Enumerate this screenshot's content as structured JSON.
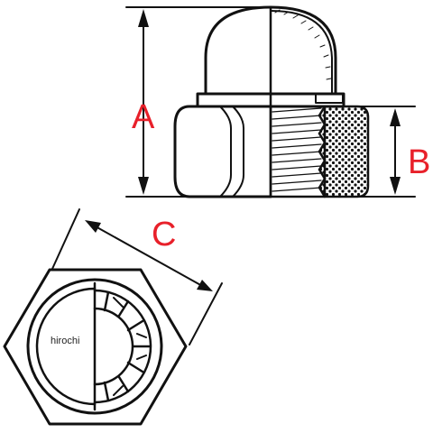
{
  "diagram": {
    "labels": {
      "dimension_a": "A",
      "dimension_b": "B",
      "dimension_c": "C"
    },
    "watermark": "hirochi",
    "colors": {
      "label": "#e8202a",
      "line": "#111111",
      "background": "#ffffff"
    }
  }
}
